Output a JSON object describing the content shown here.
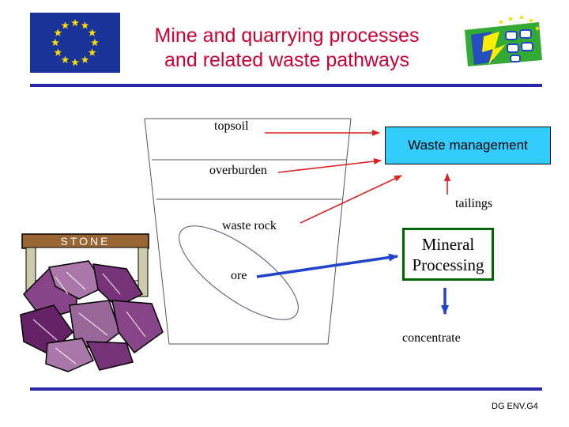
{
  "header": {
    "title_line1": "Mine and quarrying processes",
    "title_line2": "and related waste pathways",
    "left_logo": "eu-flag-icon",
    "right_logo": "life-programme-logo"
  },
  "diagram": {
    "pit_labels": {
      "topsoil": "topsoil",
      "overburden": "overburden",
      "waste_rock": "waste rock",
      "ore": "ore"
    },
    "waste_management": "Waste management",
    "mineral_processing_line1": "Mineral",
    "mineral_processing_line2": "Processing",
    "tailings": "tailings",
    "concentrate": "concentrate"
  },
  "illustration": {
    "sign_text": "STONE",
    "icon": "stone-pile-icon"
  },
  "footer": {
    "text": "DG ENV.G4"
  },
  "colors": {
    "title": "#cc0033",
    "rule": "#2828aa",
    "waste_box": "#33ccff",
    "mineral_box_border": "#006600",
    "red_arrow": "#dd2222",
    "blue_arrow": "#2244cc",
    "eu_blue": "#003399",
    "eu_star": "#ffcc00"
  }
}
